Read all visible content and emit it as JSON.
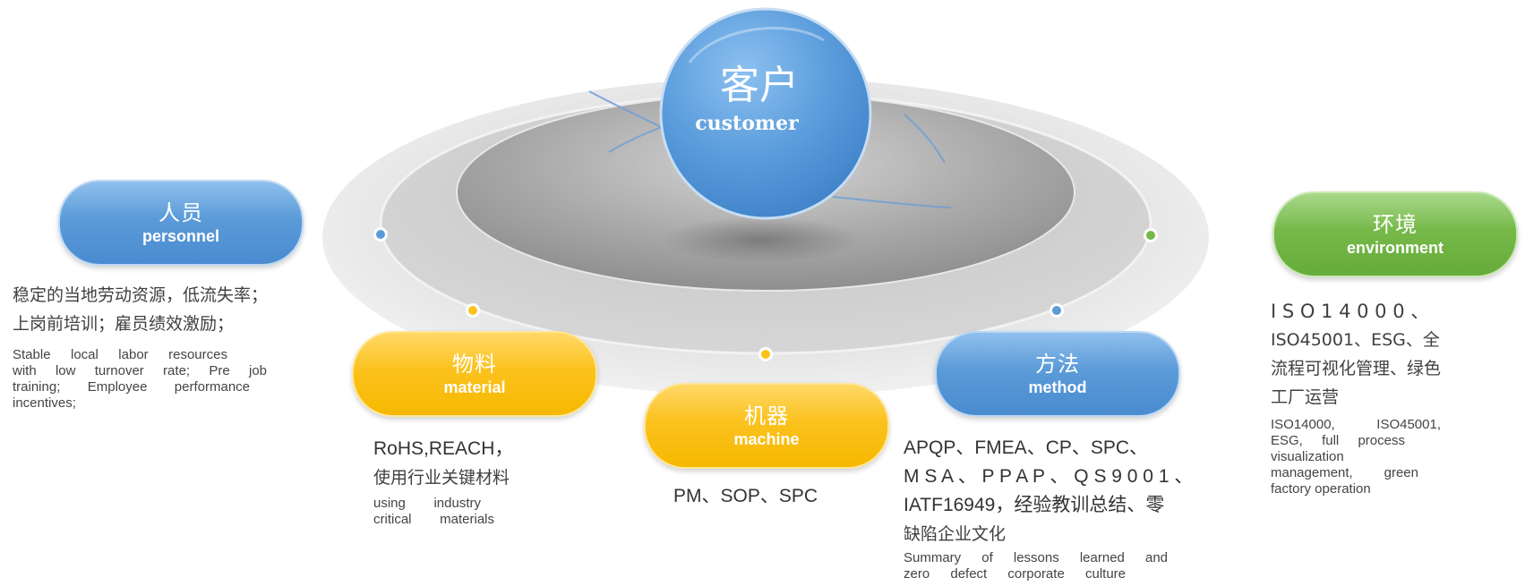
{
  "center": {
    "cn": "客户",
    "en": "customer"
  },
  "colors": {
    "blue": "#5b9bd8",
    "yellow": "#fbc21e",
    "green": "#76b949"
  },
  "nodes": {
    "personnel": {
      "cn": "人员",
      "en": "personnel",
      "desc_cn": [
        "稳定的当地劳动资源，低流失率；",
        "上岗前培训；雇员绩效激励；"
      ],
      "desc_en": [
        "Stable local labor resources",
        "with low turnover rate; Pre job",
        "training; Employee performance",
        "incentives;"
      ]
    },
    "material": {
      "cn": "物料",
      "en": "material",
      "desc_lines": [
        "RoHS,REACH，",
        "使用行业关键材料"
      ],
      "desc_en": [
        "using industry",
        "critical materials"
      ]
    },
    "machine": {
      "cn": "机器",
      "en": "machine",
      "desc": "PM、SOP、SPC"
    },
    "method": {
      "cn": "方法",
      "en": "method",
      "desc_lines": [
        "APQP、FMEA、CP、SPC、",
        "M S A 、 P P A P 、 Q S 9 0 0 1 、",
        "IATF16949，经验教训总结、零",
        "缺陷企业文化"
      ],
      "desc_en": [
        "Summary of lessons learned and",
        "zero defect corporate culture"
      ]
    },
    "environment": {
      "cn": "环境",
      "en": "environment",
      "desc_lines": [
        "I S O 1 4 0 0 0 、",
        "ISO45001、ESG、全",
        "流程可视化管理、绿色",
        "工厂运营"
      ],
      "desc_en": [
        "ISO14000, ISO45001,",
        "ESG, full process",
        "visualization",
        "management, green",
        "factory operation"
      ]
    }
  }
}
